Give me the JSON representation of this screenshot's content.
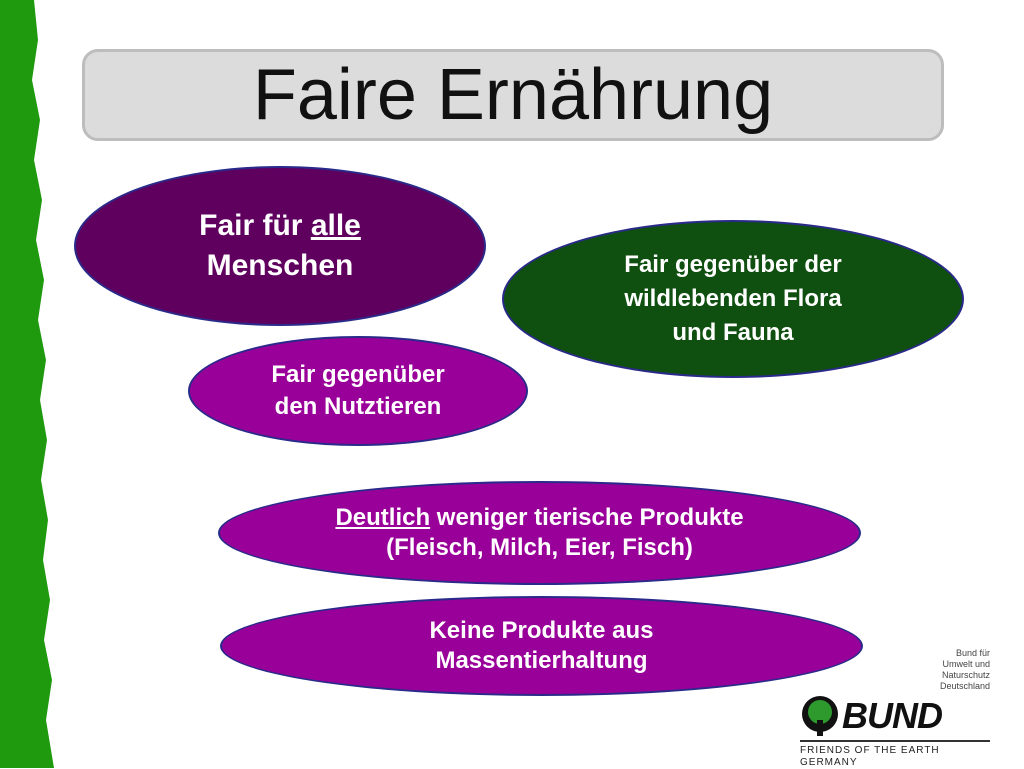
{
  "title": "Faire Ernährung",
  "bubbles": {
    "people": {
      "pre": "Fair für ",
      "underlined": "alle",
      "line2": "Menschen"
    },
    "wildlife": {
      "line1": "Fair gegenüber der",
      "line2": "wildlebenden Flora",
      "line3": "und Fauna"
    },
    "livestock": {
      "line1": "Fair gegenüber",
      "line2": "den Nutztieren"
    },
    "fewer_products": {
      "underlined": "Deutlich",
      "rest": " weniger tierische Produkte",
      "line2": "(Fleisch, Milch, Eier, Fisch)"
    },
    "no_factory": {
      "line1": "Keine Produkte aus",
      "line2": "Massentierhaltung"
    }
  },
  "logo": {
    "org_lines": [
      "Bund für",
      "Umwelt und",
      "Naturschutz",
      "Deutschland"
    ],
    "name": "BUND",
    "tagline": "FRIENDS OF THE EARTH GERMANY",
    "icon": "bund-tree-icon"
  },
  "colors": {
    "green_edge": "#1f9a0f",
    "title_bg": "#dcdcdc",
    "dark_purple": "#5f005f",
    "dark_green": "#0f4f0f",
    "magenta": "#990099",
    "logo_green": "#2e9a2e"
  }
}
